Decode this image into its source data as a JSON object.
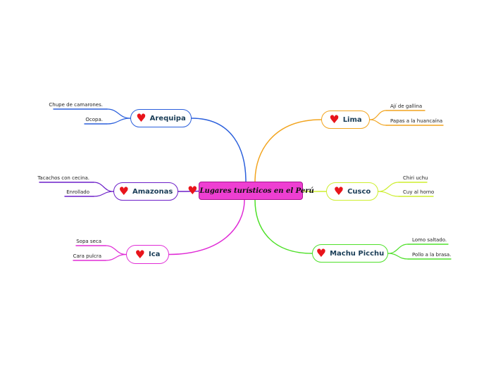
{
  "central": {
    "label": "Lugares turísticos en el Perú"
  },
  "branches": [
    {
      "id": "arequipa",
      "label": "Arequipa",
      "color": "#2a5fdc",
      "leaves": [
        "Chupe de camarones.",
        "Ocopa."
      ]
    },
    {
      "id": "amazonas",
      "label": "Amazonas",
      "color": "#6c1ec8",
      "leaves": [
        "Tacachos con cecina.",
        "Enrollado"
      ]
    },
    {
      "id": "ica",
      "label": "Ica",
      "color": "#e02bd6",
      "leaves": [
        "Sopa seca",
        "Cara pulcra"
      ]
    },
    {
      "id": "lima",
      "label": "Lima",
      "color": "#f2a41e",
      "leaves": [
        "Ají de gallina",
        "Papas a la huancaína"
      ]
    },
    {
      "id": "cusco",
      "label": "Cusco",
      "color": "#cdee2e",
      "leaves": [
        "Chiri uchu",
        "Cuy al horno"
      ]
    },
    {
      "id": "machu_picchu",
      "label": "Machu Picchu",
      "color": "#4fe02a",
      "leaves": [
        "Lomo saltado.",
        "Pollo a la brasa."
      ]
    }
  ],
  "icons": {
    "heart": "heart-icon"
  }
}
